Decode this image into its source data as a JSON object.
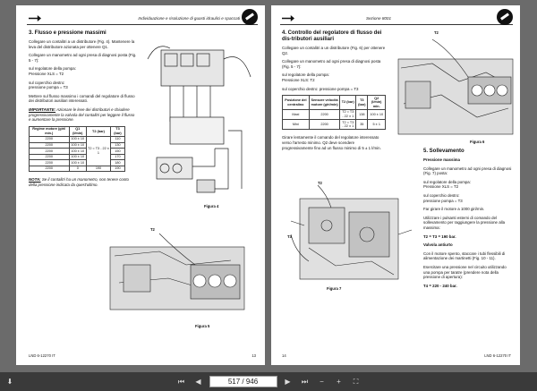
{
  "left": {
    "header": "Individuazione e risoluzione di guasti idraulici e spaccati",
    "section_title": "3. Flusso e pressione massimi",
    "p1": "Collegare un contalitri a un distributore (Fig. 4). Mantenere la leva del distributore azionata per ottenere Q1.",
    "p2": "Collegare un manometro ad ogni presa di diagnosi posta (Fig. 5 - 7):",
    "p3_label": "sul regolatore della pompa:",
    "p3_value": "Pressione XLS = T2",
    "p4_label": "sul coperchio destro:",
    "p4_value": "pressione pompa = T3",
    "p5": "Mettere sul flusso massimo i comandi del regolatore di flusso dei distributori ausiliari interessati.",
    "important_label": "IMPORTANTE:",
    "important_text": "Azionare le leve dei distributori e chiudere progressivamente la valvola del contalitri per leggere il flusso e aumentare la pressione.",
    "table": {
      "headers": [
        "Regime motore (giri/ min.)",
        "Q1 (l/min)",
        "T2 (bar)",
        "T3 (bar)"
      ],
      "rows": [
        [
          "2200",
          "100 ± 10",
          "",
          "110"
        ],
        [
          "2200",
          "100 ± 10",
          "",
          "130"
        ],
        [
          "2200",
          "100 ± 10",
          "T2 = T3 - 22 ± 1",
          "150"
        ],
        [
          "2200",
          "100 ± 10",
          "",
          "170"
        ],
        [
          "2200",
          "100 ± 10",
          "",
          "180"
        ],
        [
          "2200",
          "0",
          "190",
          "190"
        ]
      ]
    },
    "note_label": "NOTA:",
    "note_text": "Se il contalitri ha un manometro, non tenere conto della pressione indicata da quest'ultimo.",
    "fig4_caption": "Figura 4",
    "fig5_caption": "Figura 5",
    "fig5_label": "T2",
    "footer_left": "LND 6-12270 IT",
    "page_number": "13"
  },
  "right": {
    "header": "Sezione 8001",
    "section_title": "4. Controllo del regolatore di flusso dei dis-tributori ausiliari",
    "p1": "Collegare un contalitri a un distributore (Fig. 6) per ottenere Q2.",
    "p2": "Collegare un manometro ad ogni presa di diagnosi posta (Fig. 5 - 7):",
    "p3_label": "sul regolatore della pompa:",
    "p3_value": "Pressione XLS: T2",
    "p4_label": "sul coperchio destro: pressione pompa = T3",
    "table": {
      "headers": [
        "Posizione del centralino",
        "Sensore velocità motore (giri/min)",
        "T2 (bar)",
        "T3 (bar)",
        "Q2 (l/min) min."
      ],
      "rows": [
        [
          "Maxi",
          "2200",
          "T2 = T3 - 22 ± 1",
          "138",
          "100 ± 10"
        ],
        [
          "Mini",
          "2200",
          "T2 = T3 - 22 ± 1",
          "35",
          "5 ± 1"
        ]
      ]
    },
    "p5": "Girare lentamente il comando del regolatore interessato verso l'arresto minimo. Q2 deve scendere progressivamente fino ad un flusso minimo di 5 ± 1 l/min.",
    "fig6_caption": "Figura 6",
    "fig7_caption": "Figura 7",
    "fig6_label": "T2",
    "fig7_t2": "T2",
    "fig7_t3": "T3",
    "s5_title": "5. Sollevamento",
    "s5_sub": "Pressione massima",
    "s5_p1": "Collegare un manometro ad ogni presa di diagnosi (Fig. 7) posta:",
    "s5_p2_label": "sul regolatore della pompa:",
    "s5_p2_value": "Pressione XLS = T2",
    "s5_p3_label": "sul coperchio destro:",
    "s5_p3_value": "pressione pompa = T3",
    "s5_p4": "Far girare il motore a 1000 giri/min.",
    "s5_p5": "Utilizzare i pulsanti esterni di comando del sollevamento per raggiungere la pressione alla massima:",
    "s5_p6": "T2 = T3 = 190 bar.",
    "valve_title": "Valvola antiurto",
    "valve_p1": "Con il motore spento, staccare i tubi flessibili di alimentazione dei martinetti (Fig. 10 - 11).",
    "valve_p2": "Esercitare una pressione nel circuito utilizzando una pompa per taratre (prendere nota della pressione di apertura):",
    "valve_p3": "T4 = 220 - 240 bar.",
    "footer_left": "14",
    "footer_right": "LND 6-12270 IT"
  },
  "toolbar": {
    "page_display": "517 / 946"
  }
}
